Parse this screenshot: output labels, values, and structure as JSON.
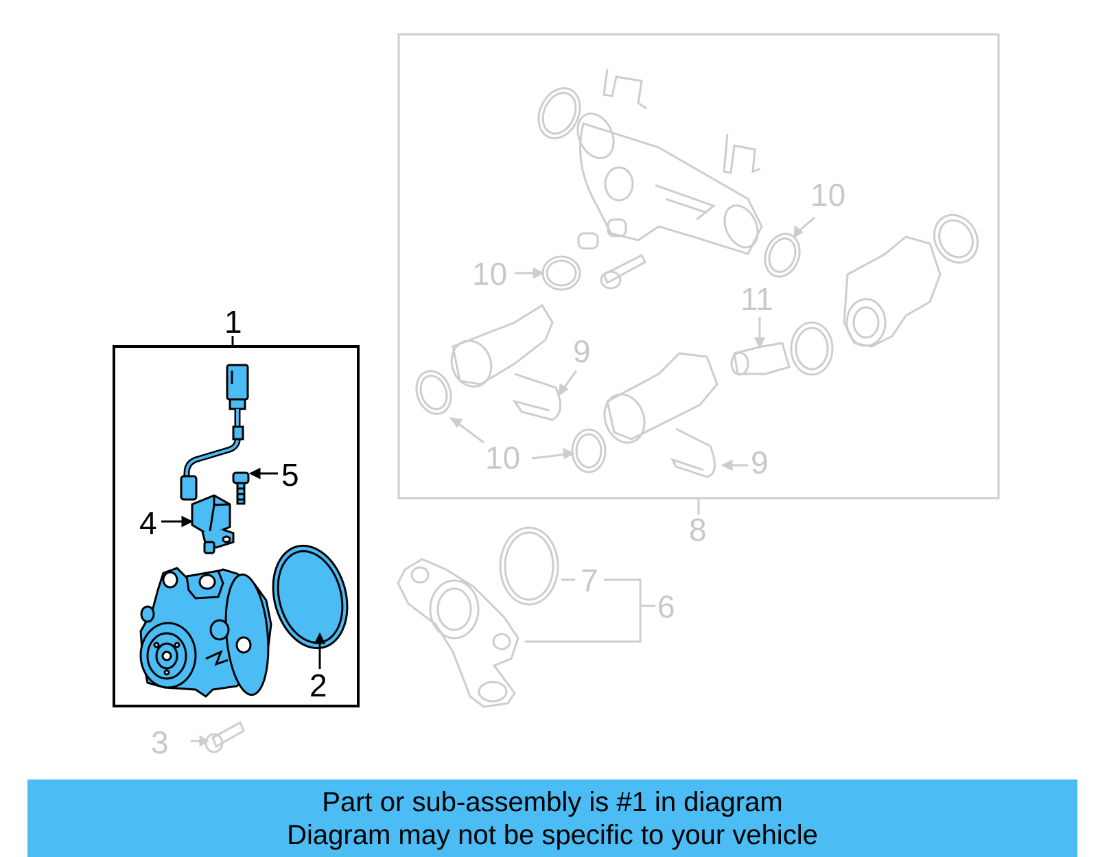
{
  "colors": {
    "highlight_fill": "#4cbcf4",
    "active_stroke": "#000000",
    "muted_stroke": "#cdcdcd",
    "banner_background": "#4cbcf4"
  },
  "callouts": {
    "c1": "1",
    "c2": "2",
    "c3": "3",
    "c4": "4",
    "c5": "5",
    "c6": "6",
    "c7": "7",
    "c8": "8",
    "c9a": "9",
    "c9b": "9",
    "c10a": "10",
    "c10b": "10",
    "c10c": "10",
    "c11": "11"
  },
  "banner": {
    "line1": "Part or sub-assembly is #1 in diagram",
    "line2": "Diagram may not be specific to your vehicle"
  }
}
